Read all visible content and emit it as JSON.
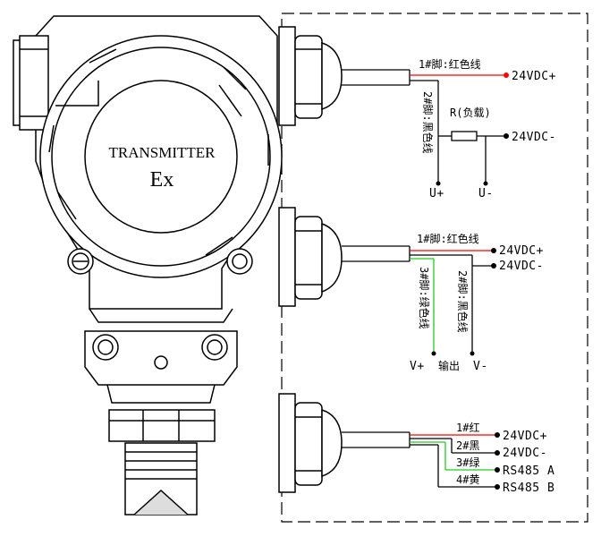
{
  "transmitter": {
    "title": "TRANSMITTER",
    "mark": "Ex"
  },
  "circuit1": {
    "wire1": "1#脚:红色线",
    "wire2": "2#脚:黑色线",
    "load": "R(负载)",
    "pos": "24VDC+",
    "neg": "24VDC-",
    "u_plus": "U+",
    "u_minus": "U-"
  },
  "circuit2": {
    "wire1": "1#脚:红色线",
    "wire2": "2#脚:黑色线",
    "wire3": "3#脚:绿色线",
    "pos": "24VDC+",
    "neg": "24VDC-",
    "v_plus": "V+",
    "output": "输出",
    "v_minus": "V-"
  },
  "circuit3": {
    "wires": [
      "1#红",
      "2#黑",
      "3#绿",
      "4#黄"
    ],
    "terminals": [
      "24VDC+",
      "24VDC-",
      "RS485 A",
      "RS485 B"
    ]
  },
  "colors": {
    "red": "#ff0000",
    "green": "#22cc22",
    "black": "#000000"
  }
}
